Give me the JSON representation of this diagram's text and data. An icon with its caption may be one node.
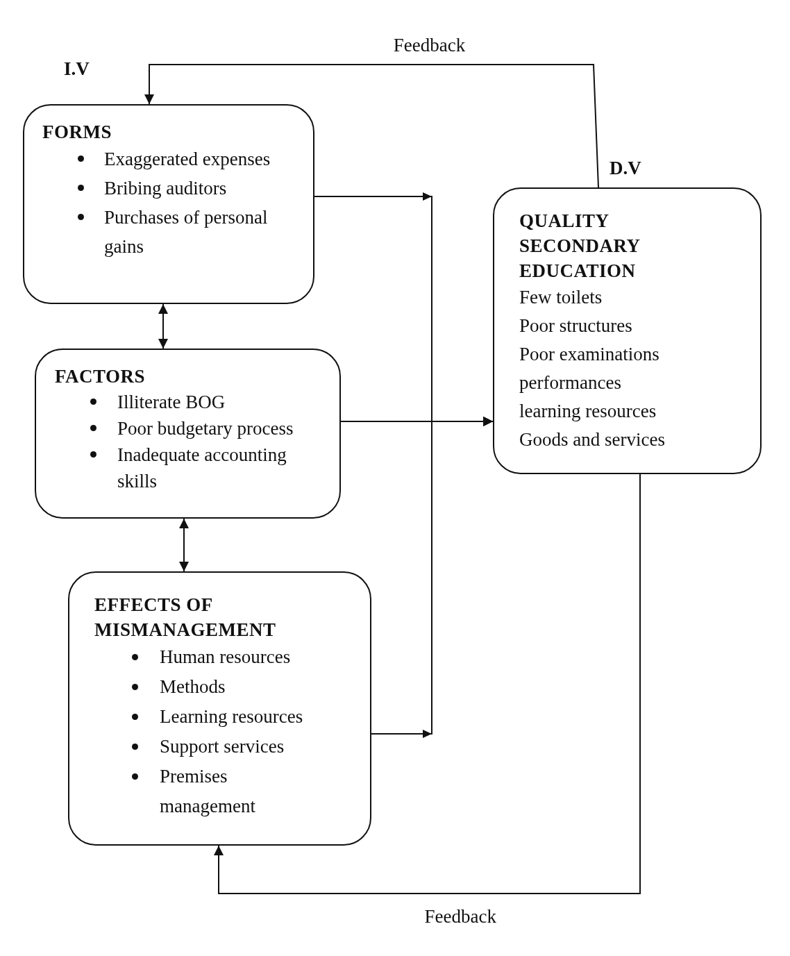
{
  "diagram": {
    "nodes": [
      {
        "text": [
          "FORMS",
          "Exaggerated expenses",
          "Bribing auditors",
          "Purchases of personal gains"
        ],
        "beside": [
          "I.V"
        ]
      },
      {
        "text": [
          "FACTORS",
          "Illiterate BOG",
          "Poor budgetary process",
          "Inadequate accounting skills"
        ]
      },
      {
        "text": [
          "EFFECTS OF MISMANAGEMENT",
          "Human resources",
          "Methods",
          "Learning resources",
          "Support services",
          "Premises management"
        ]
      },
      {
        "text": [
          "QUALITY SECONDARY EDUCATION",
          "Few toilets",
          "Poor structures",
          "Poor examinations performances",
          "learning resources",
          "Goods and services"
        ],
        "beside": [
          "D.V"
        ]
      }
    ],
    "edges": [
      {
        "from": 0,
        "to": 1,
        "arrow": "both"
      },
      {
        "from": 1,
        "to": 2,
        "arrow": "both"
      },
      {
        "from": 0,
        "to": 3,
        "arrow": "to"
      },
      {
        "from": 1,
        "to": 3,
        "arrow": "to"
      },
      {
        "from": 2,
        "to": 3,
        "arrow": "to"
      },
      {
        "from": 3,
        "to": 0,
        "arrow": "to",
        "label": "Feedback"
      },
      {
        "from": 3,
        "to": 2,
        "arrow": "to",
        "label": "Feedback"
      }
    ]
  }
}
